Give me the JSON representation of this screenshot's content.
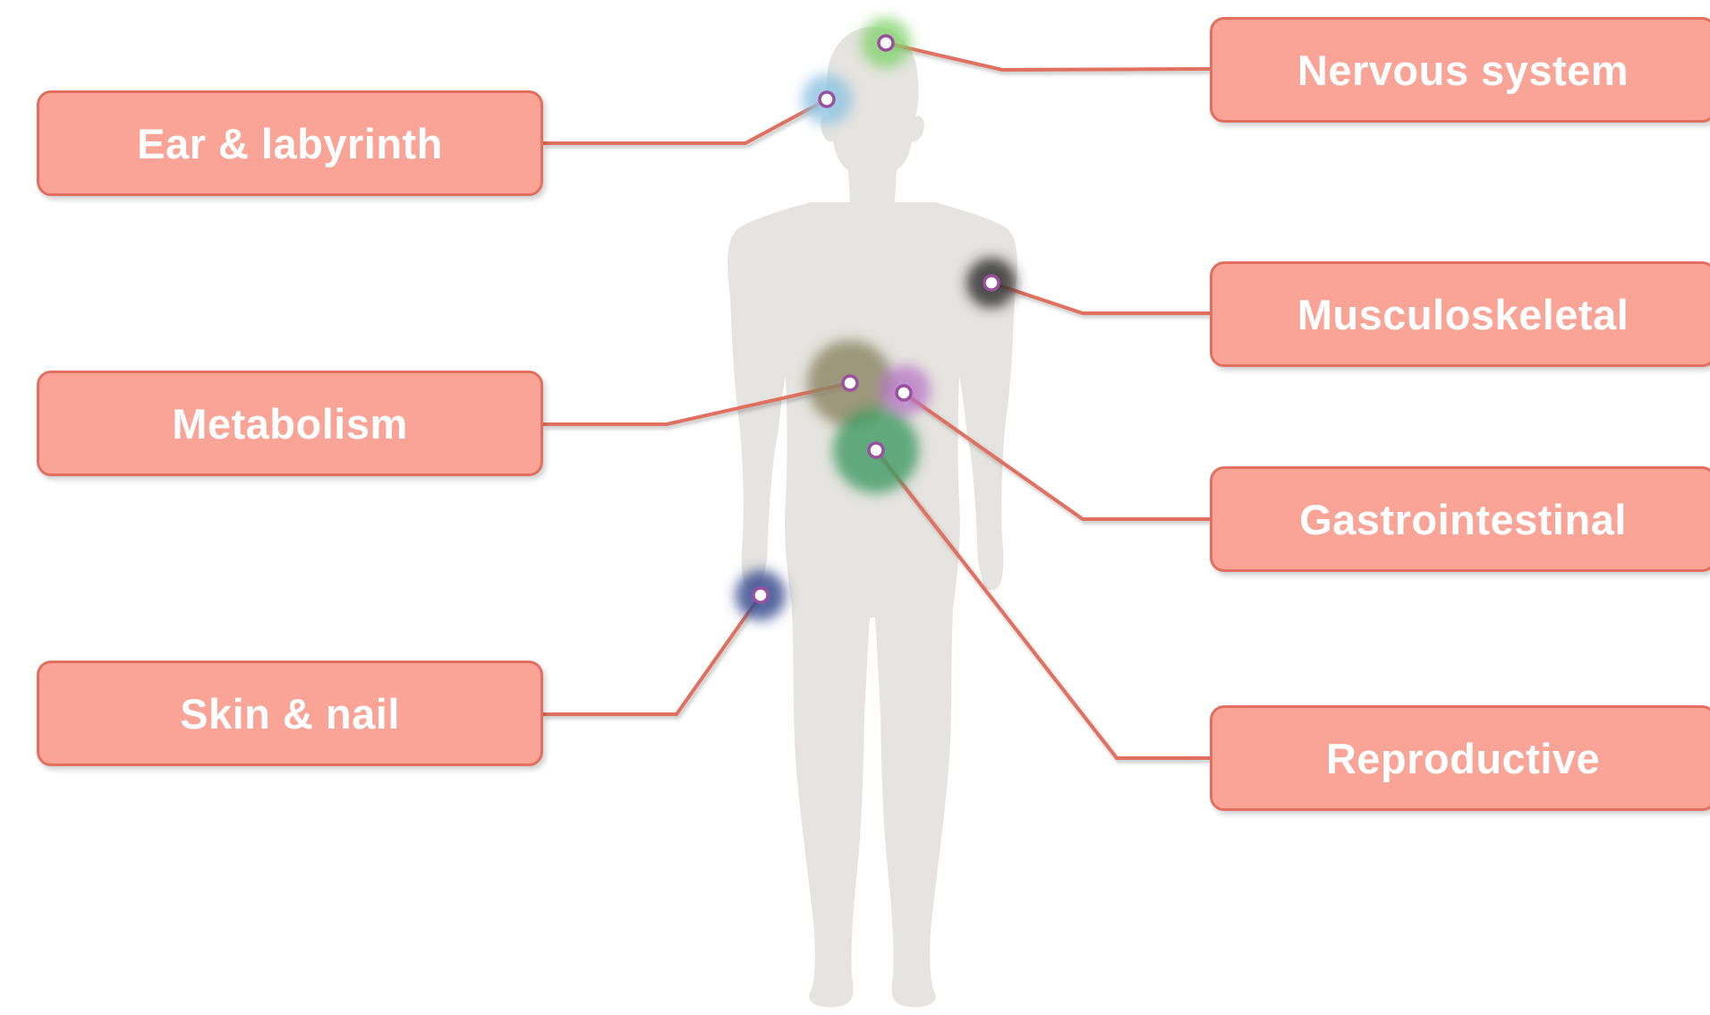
{
  "colors": {
    "body_silhouette": "#e6e4e0",
    "box_fill": "#f9a496",
    "box_border": "#e3705f",
    "box_text": "#ffffff",
    "connector": "#e0705e",
    "marker_ring": "#9b4fa0",
    "marker_fill": "#ffffff"
  },
  "labels": {
    "ear": "Ear & labyrinth",
    "metabolism": "Metabolism",
    "skin": "Skin & nail",
    "nervous": "Nervous system",
    "musculoskeletal": "Musculoskeletal",
    "gastrointestinal": "Gastrointestinal",
    "reproductive": "Reproductive"
  },
  "hotspots": [
    {
      "id": "nervous",
      "color": "#7ed36a"
    },
    {
      "id": "ear",
      "color": "#8cc3e2"
    },
    {
      "id": "musculoskeletal",
      "color": "#333333"
    },
    {
      "id": "metabolism",
      "color": "#8b8463"
    },
    {
      "id": "gastrointestinal",
      "color": "#b673c5"
    },
    {
      "id": "reproductive",
      "color": "#3f9a63"
    },
    {
      "id": "skin",
      "color": "#3a4c8f"
    }
  ]
}
